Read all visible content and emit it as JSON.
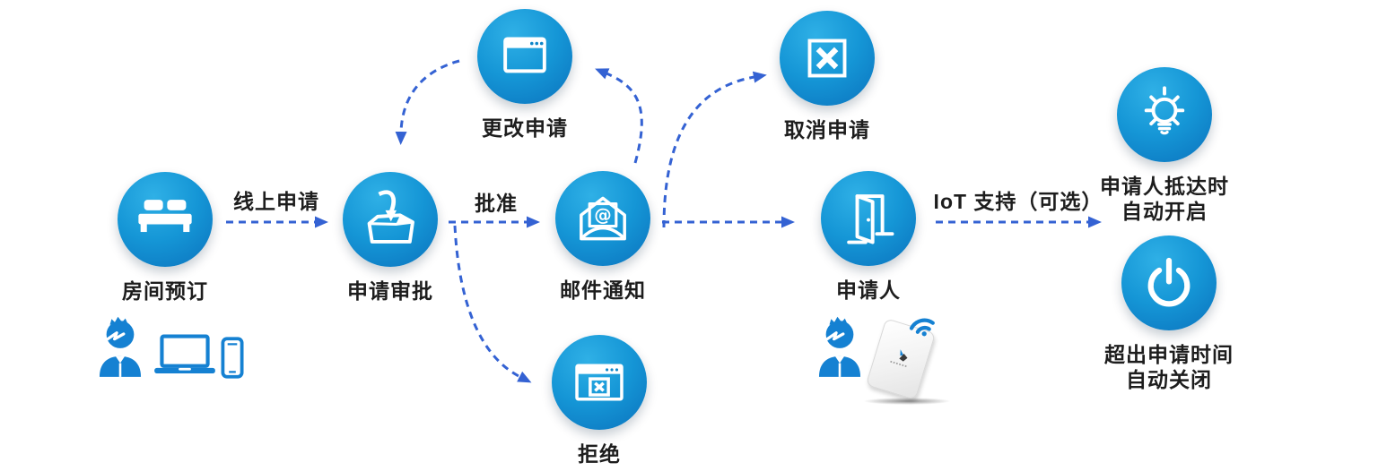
{
  "diagram": {
    "background": "#ffffff",
    "colors": {
      "circle_gradient_top": "#2fb0e6",
      "circle_gradient_bottom": "#0b72bd",
      "icon_stroke": "#ffffff",
      "arrow": "#3462d3",
      "label_text": "#1d1d1d",
      "person_blue": "#1581d2"
    },
    "nodes": {
      "room_booking": {
        "label": "房间预订",
        "icon": "bed-icon"
      },
      "application_approval": {
        "label": "申请审批",
        "icon": "folder-submit-icon"
      },
      "change_request": {
        "label": "更改申请",
        "icon": "browser-window-icon"
      },
      "email_notification": {
        "label": "邮件通知",
        "icon": "email-open-at-icon"
      },
      "cancel_request": {
        "label": "取消申请",
        "icon": "close-square-icon"
      },
      "applicant": {
        "label": "申请人",
        "icon": "open-door-icon"
      },
      "reject": {
        "label": "拒绝",
        "icon": "browser-error-icon"
      },
      "auto_on": {
        "label_line1": "申请人抵达时",
        "label_line2": "自动开启",
        "icon": "lightbulb-icon"
      },
      "auto_off": {
        "label_line1": "超出申请时间",
        "label_line2": "自动关闭",
        "icon": "power-icon"
      }
    },
    "edges": {
      "online_application": {
        "label": "线上申请",
        "from": "room_booking",
        "to": "application_approval"
      },
      "approve": {
        "label": "批准",
        "from": "application_approval",
        "to": "email_notification"
      },
      "iot_support": {
        "label": "IoT 支持（可选）",
        "from": "applicant",
        "to": "auto_on"
      },
      "notify_applicant": {
        "from": "email_notification",
        "to": "applicant"
      },
      "to_change_request": {
        "from": "email_notification",
        "to": "change_request"
      },
      "change_to_approval": {
        "from": "change_request",
        "to": "application_approval"
      },
      "to_cancel_request": {
        "from": "email_notification",
        "to": "cancel_request"
      },
      "to_reject": {
        "from": "application_approval",
        "to": "reject"
      }
    },
    "decorations": {
      "requester_person": "person-with-laptop-and-phone",
      "applicant_person": "person-with-rfid-card"
    }
  }
}
